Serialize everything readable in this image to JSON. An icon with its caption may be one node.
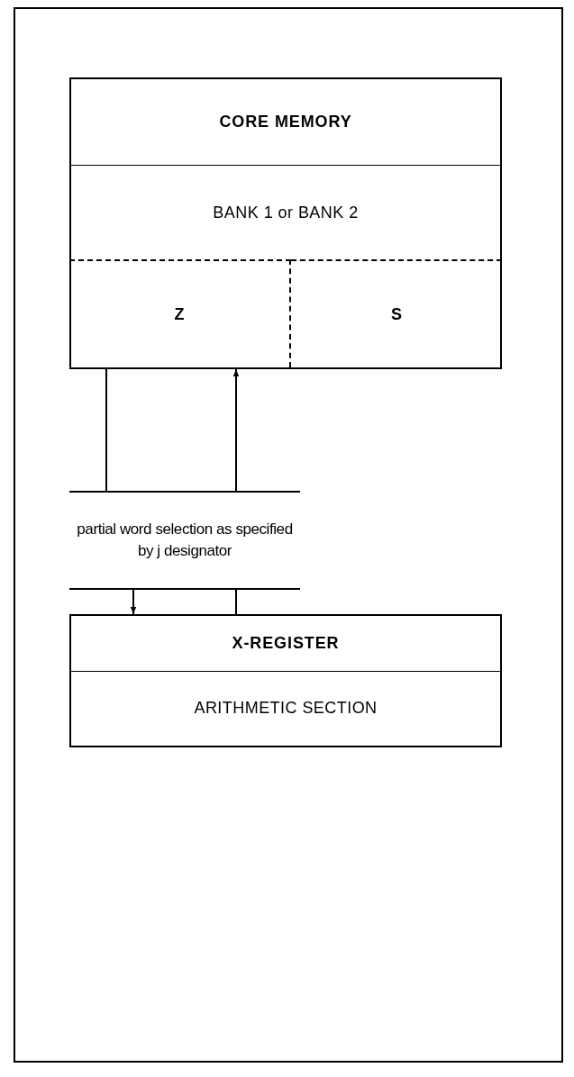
{
  "diagram": {
    "nodes": [
      {
        "text": [
          "CORE MEMORY",
          "BANK 1 or BANK 2"
        ]
      },
      {
        "text": [
          "Z"
        ],
        "in": 0
      },
      {
        "text": [
          "S"
        ],
        "in": 0
      },
      {
        "text": [
          "partial word selection as specified by j designator"
        ]
      },
      {
        "text": [
          "X-REGISTER",
          "ARITHMETIC SECTION"
        ]
      }
    ],
    "edges": [
      {
        "from": 1,
        "to": 3,
        "arrow": "none"
      },
      {
        "from": 3,
        "to": 1,
        "arrow": "to"
      },
      {
        "from": 3,
        "to": 4,
        "arrow": "to"
      },
      {
        "from": 4,
        "to": 3,
        "arrow": "none"
      }
    ]
  }
}
